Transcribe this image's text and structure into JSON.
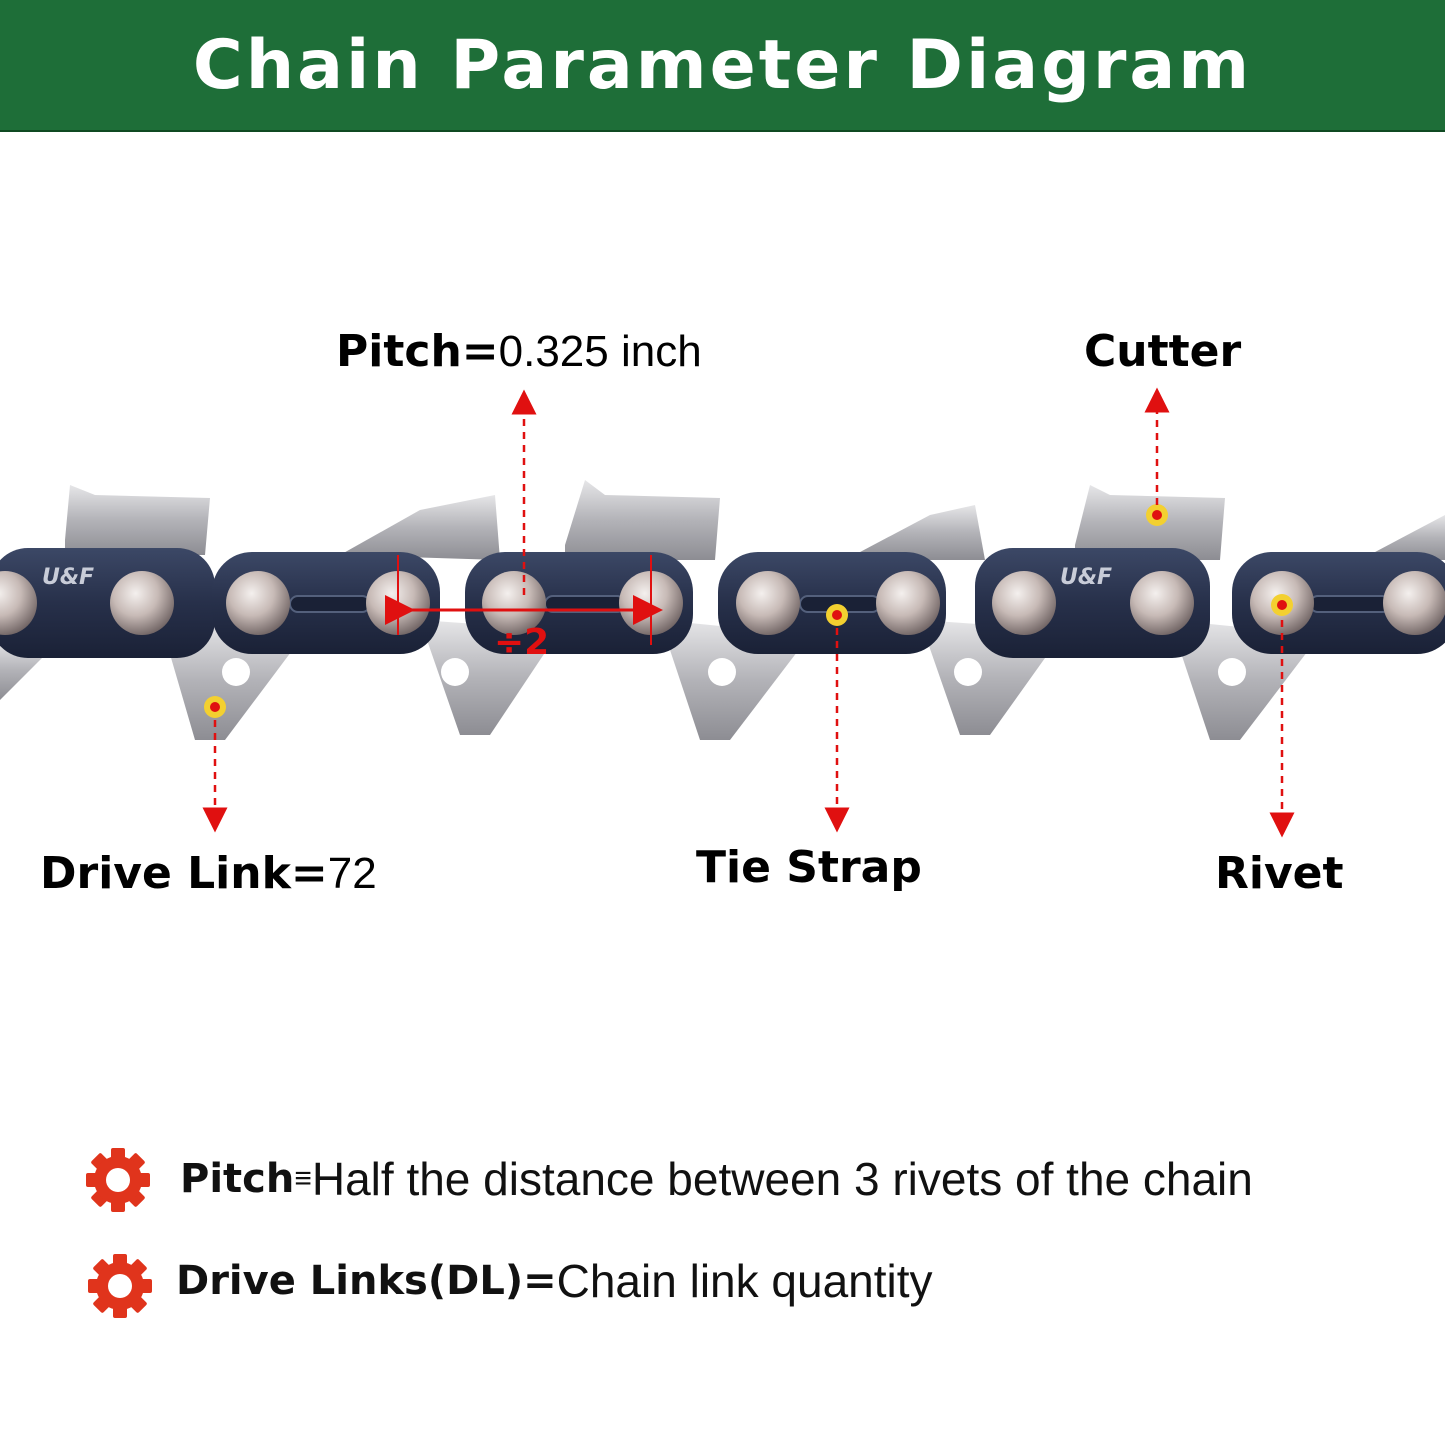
{
  "header": {
    "title": "Chain Parameter Diagram"
  },
  "brand_mark": "U&F",
  "labels": {
    "pitch": {
      "name": "Pitch=",
      "value": "0.325 inch"
    },
    "cutter": {
      "name": "Cutter"
    },
    "drive_link": {
      "name": "Drive Link=",
      "value": "72"
    },
    "tie_strap": {
      "name": "Tie Strap"
    },
    "rivet": {
      "name": "Rivet"
    },
    "divide_mark": "÷2"
  },
  "notes": [
    {
      "name": "Pitch",
      "separator": "≡",
      "text": "Half the distance between 3 rivets of the chain"
    },
    {
      "name": "Drive Links(DL)=",
      "text": "Chain link quantity"
    }
  ],
  "colors": {
    "banner": "#1e6e38",
    "arrow": "#e01010",
    "gear_icon": "#e0341c",
    "chain_plate": "#2b3550",
    "steel": "#b8b8bc"
  }
}
